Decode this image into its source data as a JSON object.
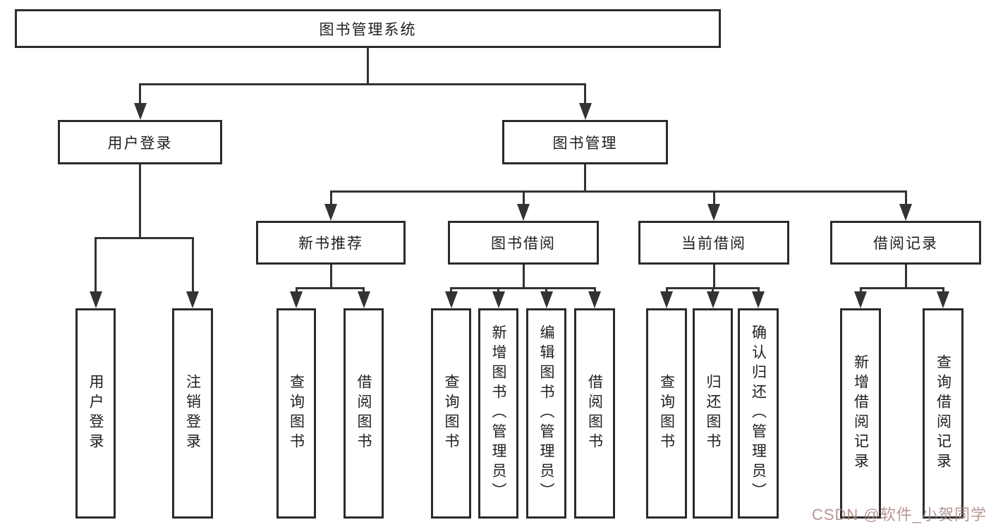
{
  "diagram": {
    "type": "tree",
    "title": "图书管理系统",
    "line_color": "#333333",
    "box_border_color": "#2b2b2b",
    "text_color": "#1f1f1f",
    "background_color": "#ffffff"
  },
  "nodes": {
    "root": {
      "label": "图书管理系统",
      "level": 1,
      "parent": null
    },
    "user_login": {
      "label": "用户登录",
      "level": 2,
      "parent": "root"
    },
    "book_mgmt": {
      "label": "图书管理",
      "level": 2,
      "parent": "root"
    },
    "new_book_rec": {
      "label": "新书推荐",
      "level": 3,
      "parent": "book_mgmt"
    },
    "book_borrow": {
      "label": "图书借阅",
      "level": 3,
      "parent": "book_mgmt"
    },
    "current_borrow": {
      "label": "当前借阅",
      "level": 3,
      "parent": "book_mgmt"
    },
    "borrow_record": {
      "label": "借阅记录",
      "level": 3,
      "parent": "book_mgmt"
    },
    "leaf_user_login": {
      "label": "用户登录",
      "level": 4,
      "parent": "user_login"
    },
    "leaf_logout_login": {
      "label": "注销登录",
      "level": 4,
      "parent": "user_login"
    },
    "leaf_query_book_rec": {
      "label": "查询图书",
      "level": 4,
      "parent": "new_book_rec"
    },
    "leaf_borrow_book_rec": {
      "label": "借阅图书",
      "level": 4,
      "parent": "new_book_rec"
    },
    "leaf_query_book_borrow": {
      "label": "查询图书",
      "level": 4,
      "parent": "book_borrow"
    },
    "leaf_add_book_admin": {
      "label": "新增图书（管理员）",
      "level": 4,
      "parent": "book_borrow"
    },
    "leaf_edit_book_admin": {
      "label": "编辑图书（管理员）",
      "level": 4,
      "parent": "book_borrow"
    },
    "leaf_borrow_book_borrow": {
      "label": "借阅图书",
      "level": 4,
      "parent": "book_borrow"
    },
    "leaf_query_book_current": {
      "label": "查询图书",
      "level": 4,
      "parent": "current_borrow"
    },
    "leaf_return_book": {
      "label": "归还图书",
      "level": 4,
      "parent": "current_borrow"
    },
    "leaf_confirm_return_admin": {
      "label": "确认归还（管理员）",
      "level": 4,
      "parent": "current_borrow"
    },
    "leaf_add_borrow_record": {
      "label": "新增借阅记录",
      "level": 4,
      "parent": "borrow_record"
    },
    "leaf_query_borrow_record": {
      "label": "查询借阅记录",
      "level": 4,
      "parent": "borrow_record"
    }
  },
  "watermark": {
    "text": "CSDN @软件_小贺同学",
    "color": "rgba(172,130,130,0.85)"
  }
}
